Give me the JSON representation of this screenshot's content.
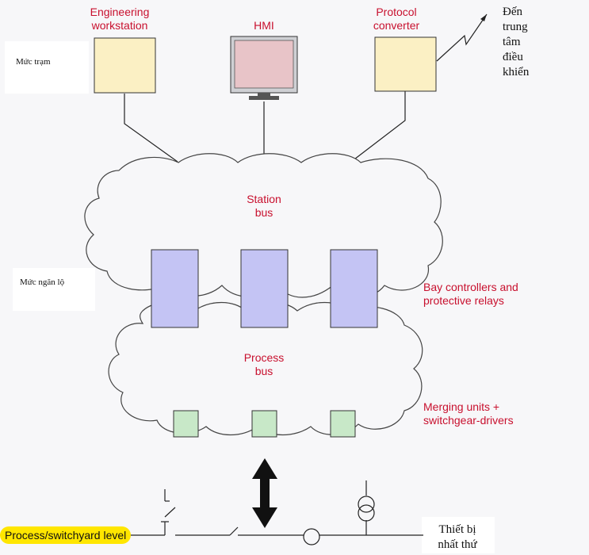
{
  "levels": {
    "station": "Mức trạm",
    "bay": "Mức ngăn lộ",
    "process": "Process/switchyard level"
  },
  "top": {
    "engineering_workstation": "Engineering\nworkstation",
    "hmi": "HMI",
    "protocol_converter": "Protocol\nconverter",
    "control_center": "Đến\ntrung\ntâm\nđiều\nkhiển"
  },
  "buses": {
    "station_bus": "Station\nbus",
    "process_bus": "Process\nbus"
  },
  "devices": {
    "bay_controllers": "Bay controllers and\nprotective relays",
    "merging_units": "Merging units +\nswitchgear-drivers"
  },
  "primary_equipment": "Thiết bị\nnhất thứ",
  "colors": {
    "label_red": "#c8102e",
    "workstation_fill": "#fbf0c4",
    "hmi_screen": "#e8c4c8",
    "bay_fill": "#c4c4f4",
    "merging_fill": "#c8e8c8",
    "highlight": "#ffe600"
  }
}
